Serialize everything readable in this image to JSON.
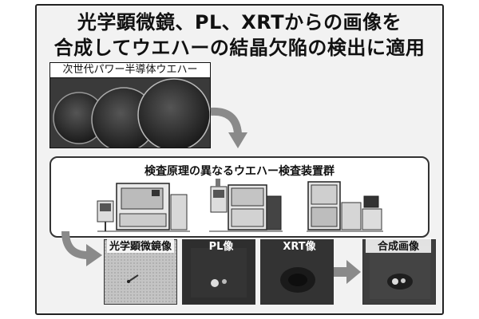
{
  "title": {
    "line1": "光学顕微鏡、PL、XRTからの画像を",
    "line2": "合成してウエハーの結晶欠陥の検出に適用"
  },
  "wafer": {
    "caption": "次世代パワー半導体ウエハー"
  },
  "equipment": {
    "heading": "検査原理の異なるウエハー検査装置群"
  },
  "images": {
    "optical": "光学顕微鏡像",
    "pl": "PL像",
    "xrt": "XRT像",
    "composite": "合成画像"
  },
  "colors": {
    "arrow": "#8a8a8a",
    "panel_dark": "#2a2a2a",
    "panel_light": "#c8c8c8"
  }
}
